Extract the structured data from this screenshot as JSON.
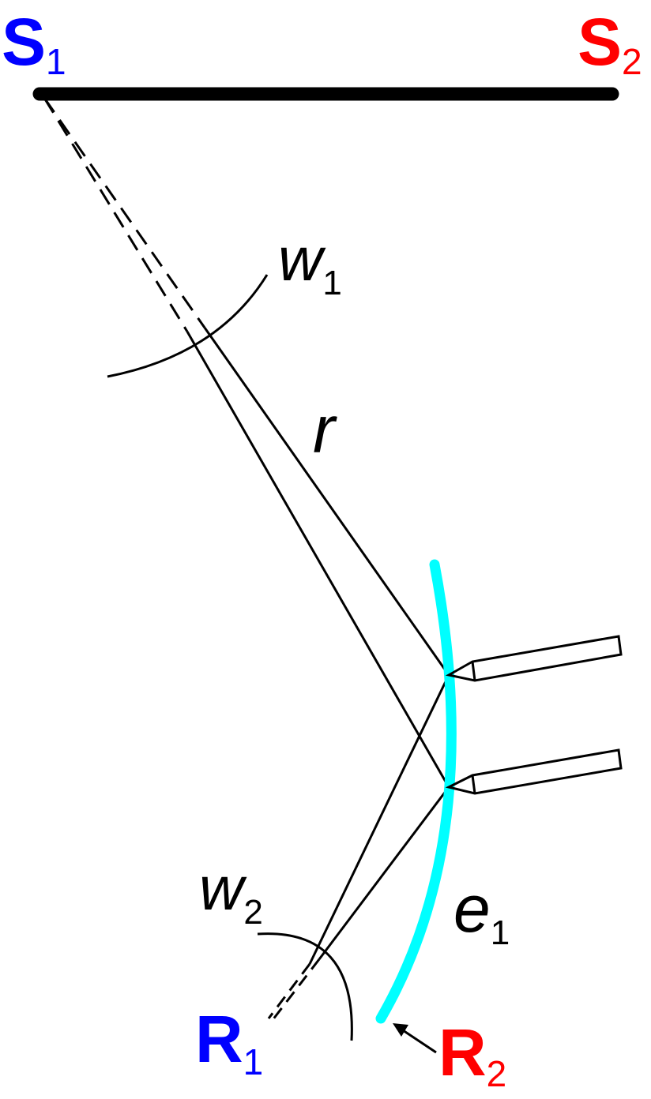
{
  "colors": {
    "blue": "#0000ff",
    "red": "#ff0000",
    "cyan": "#00ffff",
    "black": "#000000"
  },
  "labels": {
    "s1": {
      "main": "S",
      "sub": "1"
    },
    "s2": {
      "main": "S",
      "sub": "2"
    },
    "w1": {
      "main": "w",
      "sub": "1"
    },
    "r": {
      "main": "r"
    },
    "w2": {
      "main": "w",
      "sub": "2"
    },
    "e1": {
      "main": "e",
      "sub": "1"
    },
    "r1": {
      "main": "R",
      "sub": "1"
    },
    "r2": {
      "main": "R",
      "sub": "2"
    }
  }
}
